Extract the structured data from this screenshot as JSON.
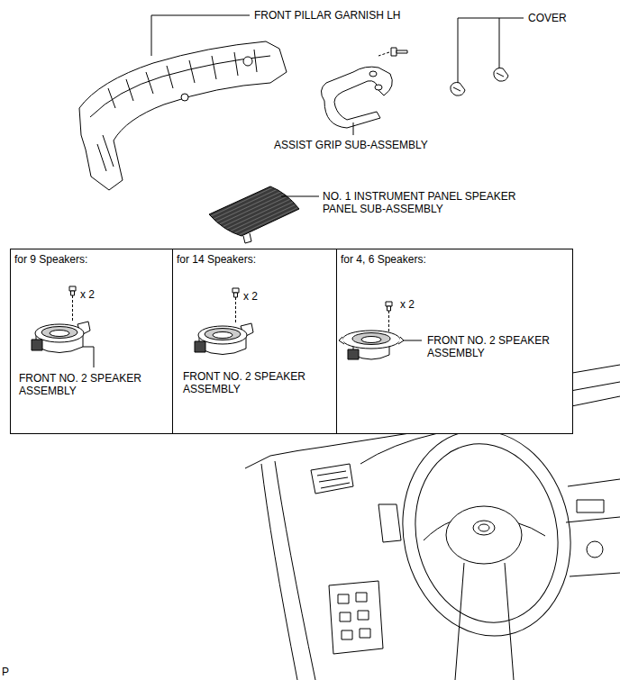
{
  "diagram": {
    "nodes": [
      {
        "text": [
          "for 9 Speakers:",
          "x 2",
          "FRONT NO. 2 SPEAKER ASSEMBLY"
        ]
      },
      {
        "text": [
          "for 14 Speakers:",
          "x 2",
          "FRONT NO. 2 SPEAKER ASSEMBLY"
        ]
      },
      {
        "text": [
          "for 4, 6 Speakers:",
          "x 2",
          "FRONT NO. 2 SPEAKER ASSEMBLY"
        ]
      }
    ],
    "labels": [
      "FRONT PILLAR GARNISH LH",
      "COVER",
      "ASSIST GRIP SUB-ASSEMBLY",
      "NO. 1 INSTRUMENT PANEL SPEAKER PANEL SUB-ASSEMBLY",
      "P"
    ]
  }
}
